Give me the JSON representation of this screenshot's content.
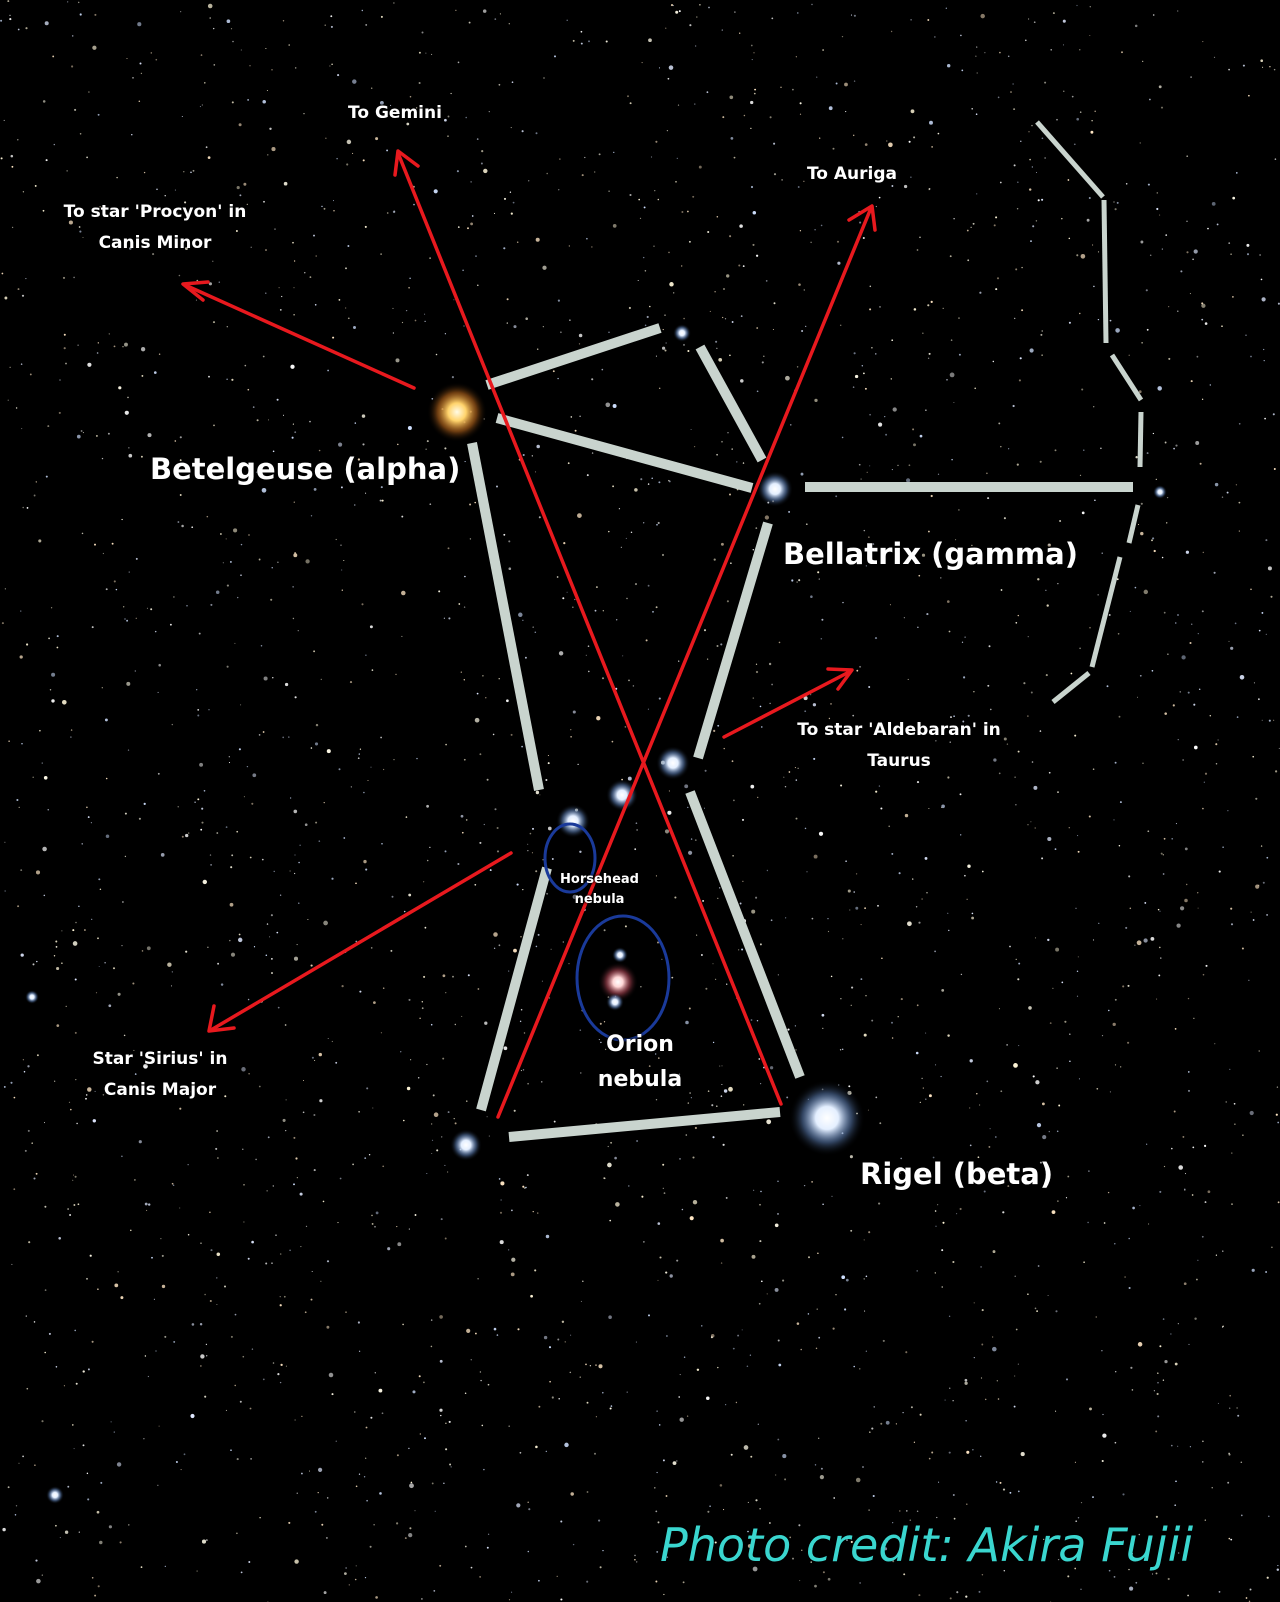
{
  "labels": {
    "to_gemini": "To Gemini",
    "to_auriga": "To Auriga",
    "to_procyon_line1": "To star 'Procyon' in",
    "to_procyon_line2": "Canis Minor",
    "betelgeuse": "Betelgeuse (alpha)",
    "bellatrix": "Bellatrix (gamma)",
    "to_aldebaran_line1": "To star 'Aldebaran' in",
    "to_aldebaran_line2": "Taurus",
    "horsehead_line1": "Horsehead",
    "horsehead_line2": "nebula",
    "orion_nebula_line1": "Orion",
    "orion_nebula_line2": "nebula",
    "sirius_line1": "Star 'Sirius' in",
    "sirius_line2": "Canis Major",
    "rigel": "Rigel (beta)"
  },
  "credit": "Photo credit: Akira Fujii",
  "colors": {
    "background": "#000000",
    "constellation_lines": "#c9d4ce",
    "pointer_lines": "#e8191e",
    "nebula_circles": "#1a3a9a",
    "credit_text": "#3ad6cf",
    "label_text": "#ffffff"
  }
}
